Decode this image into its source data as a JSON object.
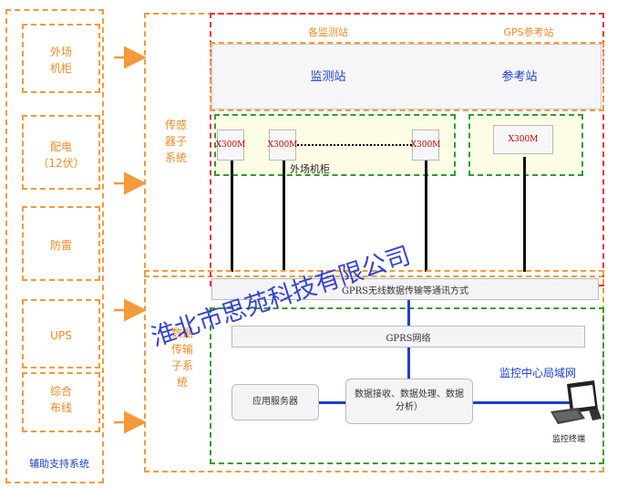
{
  "support": {
    "items": [
      {
        "label": "外场\n机柜"
      },
      {
        "label": "配电\n（12伏）"
      },
      {
        "label": "防雷"
      },
      {
        "label": "UPS"
      },
      {
        "label": "综合\n布线"
      }
    ],
    "footer": "辅助支持系统"
  },
  "sensor_subsystem": "传感\n器子\n系统",
  "transmission_subsystem": "数据\n传输\n子系\n统",
  "stations": {
    "group_label": "各监测站",
    "gps_label": "GPS参考站",
    "monitor_title": "监测站",
    "reference_title": "参考站"
  },
  "devices": {
    "x300m_1": "X300M",
    "x300m_2": "X300M",
    "x300m_3": "X300M",
    "x300m_ref": "X300M",
    "cabinet_label": "外场机柜"
  },
  "network": {
    "gprs_bar": "GPRS无线数据传输等通讯方式",
    "gprs_network": "GPRS网络",
    "lan_title": "监控中心局域网",
    "app_server": "应用服务器",
    "processing": "数据接收、数据处理、数据分析）",
    "terminal": "监控终端"
  },
  "watermark": "淮北市思苑科技有限公司",
  "colors": {
    "orange": "#f39a3c",
    "red": "#e8343b",
    "green": "#2e9e2e",
    "blue": "#1a3fd0"
  }
}
